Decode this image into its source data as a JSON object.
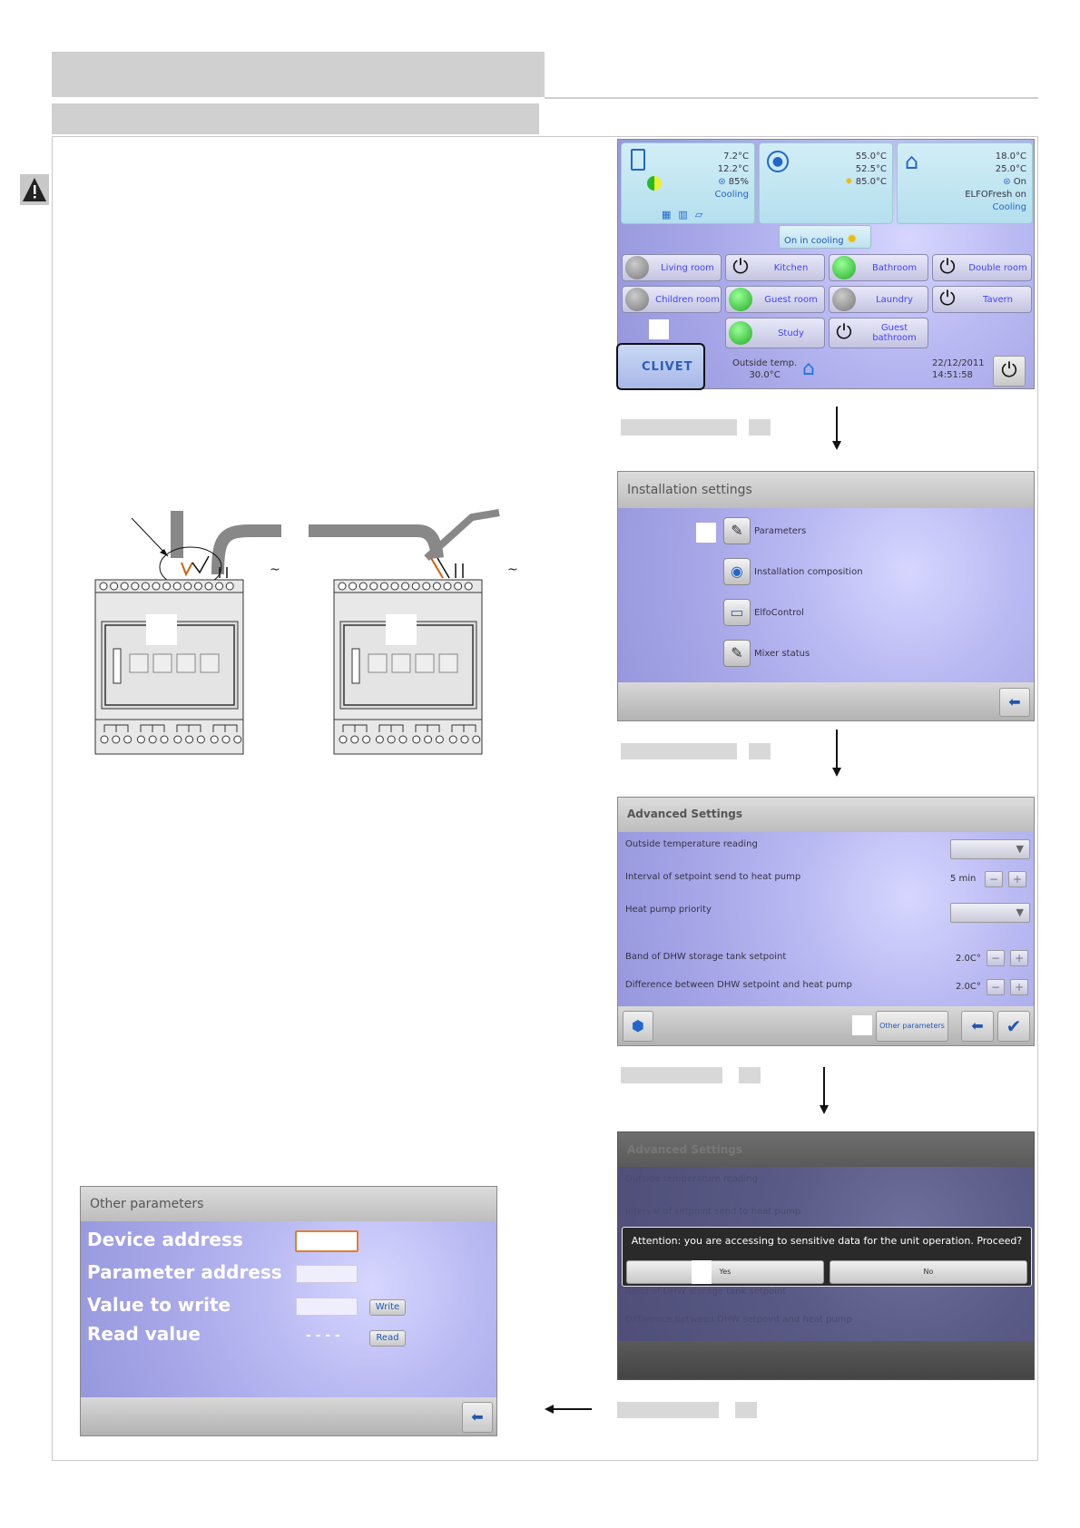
{
  "warning_icon": "warning-triangle-icon",
  "home": {
    "tile1": {
      "t1": "7.2°C",
      "t2": "12.2°C",
      "fan": "85%",
      "mode": "Cooling"
    },
    "tile2": {
      "t1": "55.0°C",
      "t2": "52.5°C",
      "t3": "85.0°C"
    },
    "tile3": {
      "t1": "18.0°C",
      "t2": "25.0°C",
      "state": "On",
      "unit": "ELFOFresh on",
      "mode": "Cooling"
    },
    "status": "On in cooling",
    "rooms": [
      "Living room",
      "Kitchen",
      "Bathroom",
      "Double room",
      "Children room",
      "Guest room",
      "Laundry",
      "Tavern",
      "Study",
      "Guest bathroom"
    ],
    "logo": "CLIVET",
    "outside_label": "Outside temp.",
    "outside_value": "30.0°C",
    "date": "22/12/2011",
    "time": "14:51:58"
  },
  "install": {
    "title": "Installation settings",
    "items": [
      "Parameters",
      "Installation composition",
      "ElfoControl",
      "Mixer status"
    ]
  },
  "advanced": {
    "title": "Advanced Settings",
    "rows": [
      "Outside temperature reading",
      "Interval of setpoint send to heat pump",
      "Heat pump priority",
      "Band of DHW storage tank setpoint",
      "Difference between DHW setpoint and heat pump"
    ],
    "interval_value": "5 min",
    "band_value": "2.0C°",
    "diff_value": "2.0C°",
    "other_button": "Other parameters",
    "minus": "−",
    "plus": "+"
  },
  "dialog": {
    "message": "Attention: you are accessing to sensitive data for the unit operation. Proceed?",
    "yes": "Yes",
    "no": "No"
  },
  "other": {
    "title": "Other parameters",
    "device_address": "Device address",
    "parameter_address": "Parameter address",
    "value_to_write": "Value to write",
    "read_value": "Read value",
    "read_placeholder": "- - - -",
    "write_button": "Write",
    "read_button": "Read"
  },
  "wiring": {
    "tilde_left": "~",
    "tilde_right": "~"
  }
}
